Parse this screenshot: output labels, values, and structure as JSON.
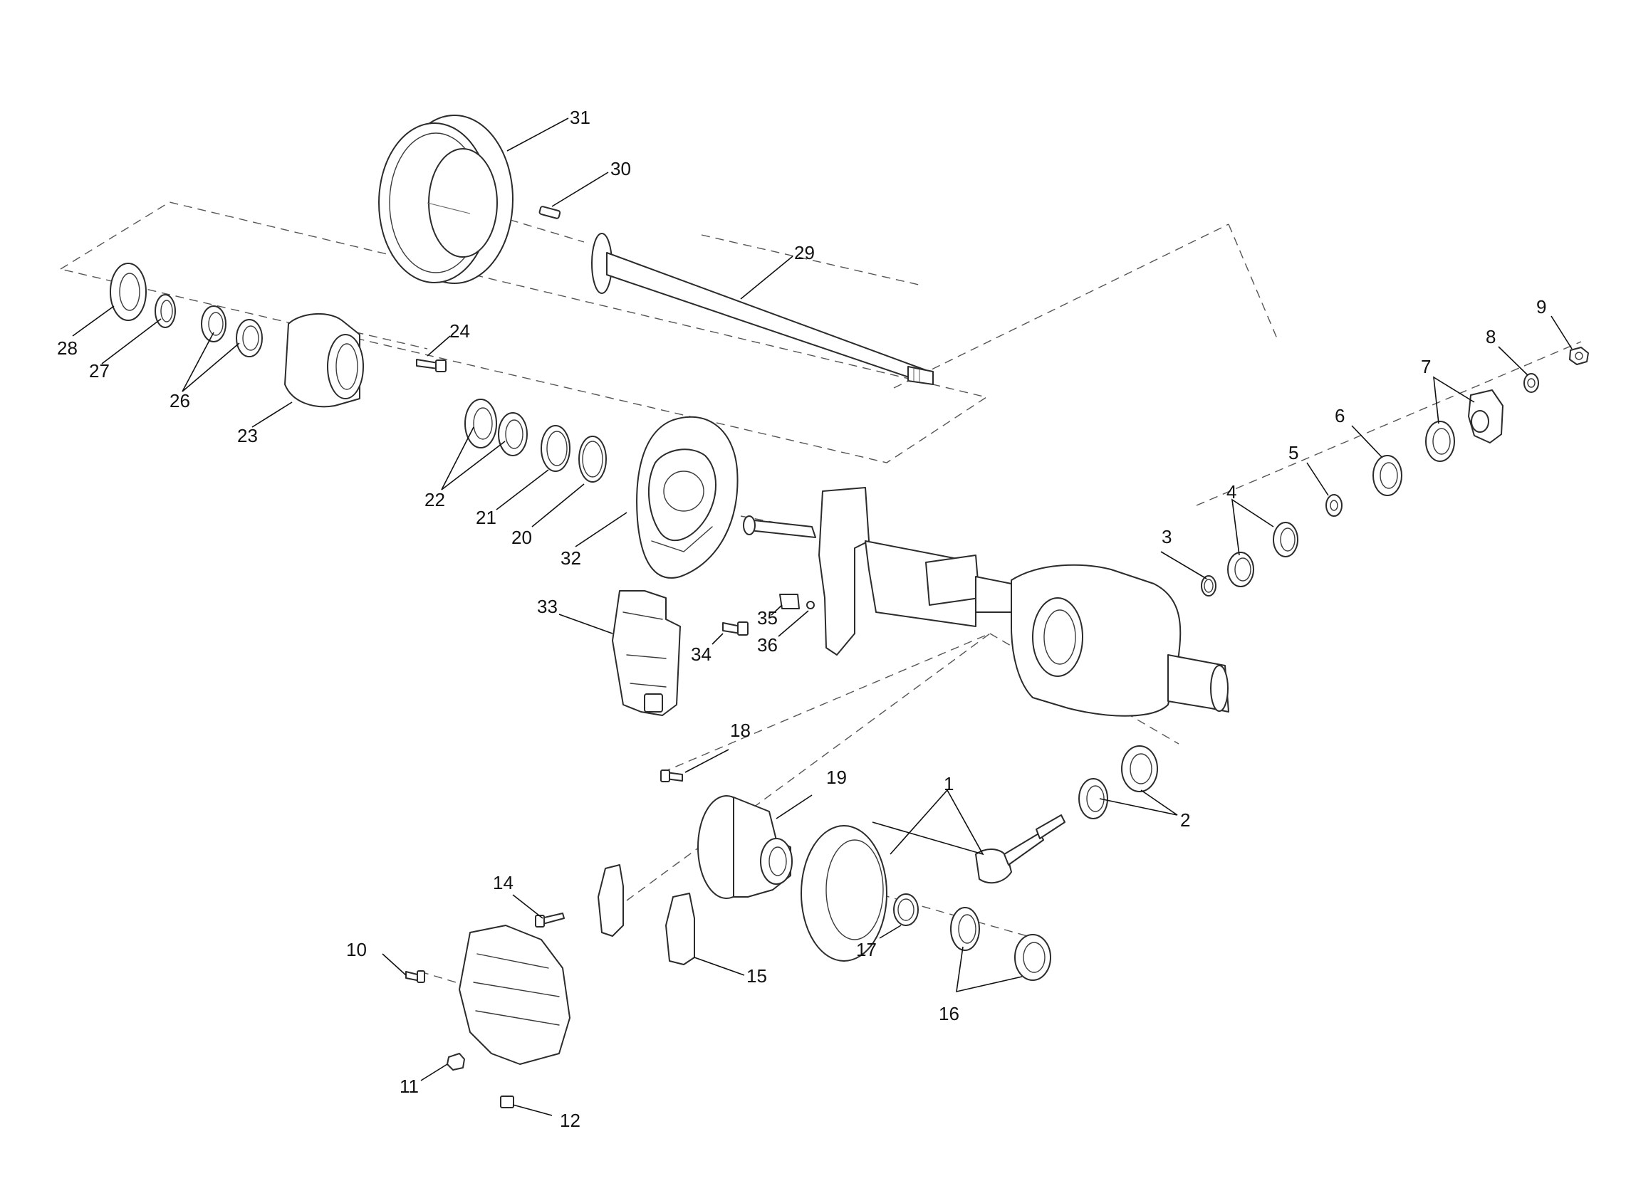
{
  "callouts": {
    "c1": "1",
    "c2": "2",
    "c3": "3",
    "c4": "4",
    "c5": "5",
    "c6": "6",
    "c7": "7",
    "c8": "8",
    "c9": "9",
    "c10": "10",
    "c11": "11",
    "c12": "12",
    "c14": "14",
    "c15": "15",
    "c16": "16",
    "c17": "17",
    "c18": "18",
    "c19": "19",
    "c20": "20",
    "c21": "21",
    "c22": "22",
    "c23": "23",
    "c24": "24",
    "c26": "26",
    "c27": "27",
    "c28": "28",
    "c29": "29",
    "c30": "30",
    "c31": "31",
    "c32": "32",
    "c33": "33",
    "c34": "34",
    "c35": "35",
    "c36": "36"
  },
  "colors": {
    "line": "#2b2b2b",
    "background": "#ffffff"
  }
}
